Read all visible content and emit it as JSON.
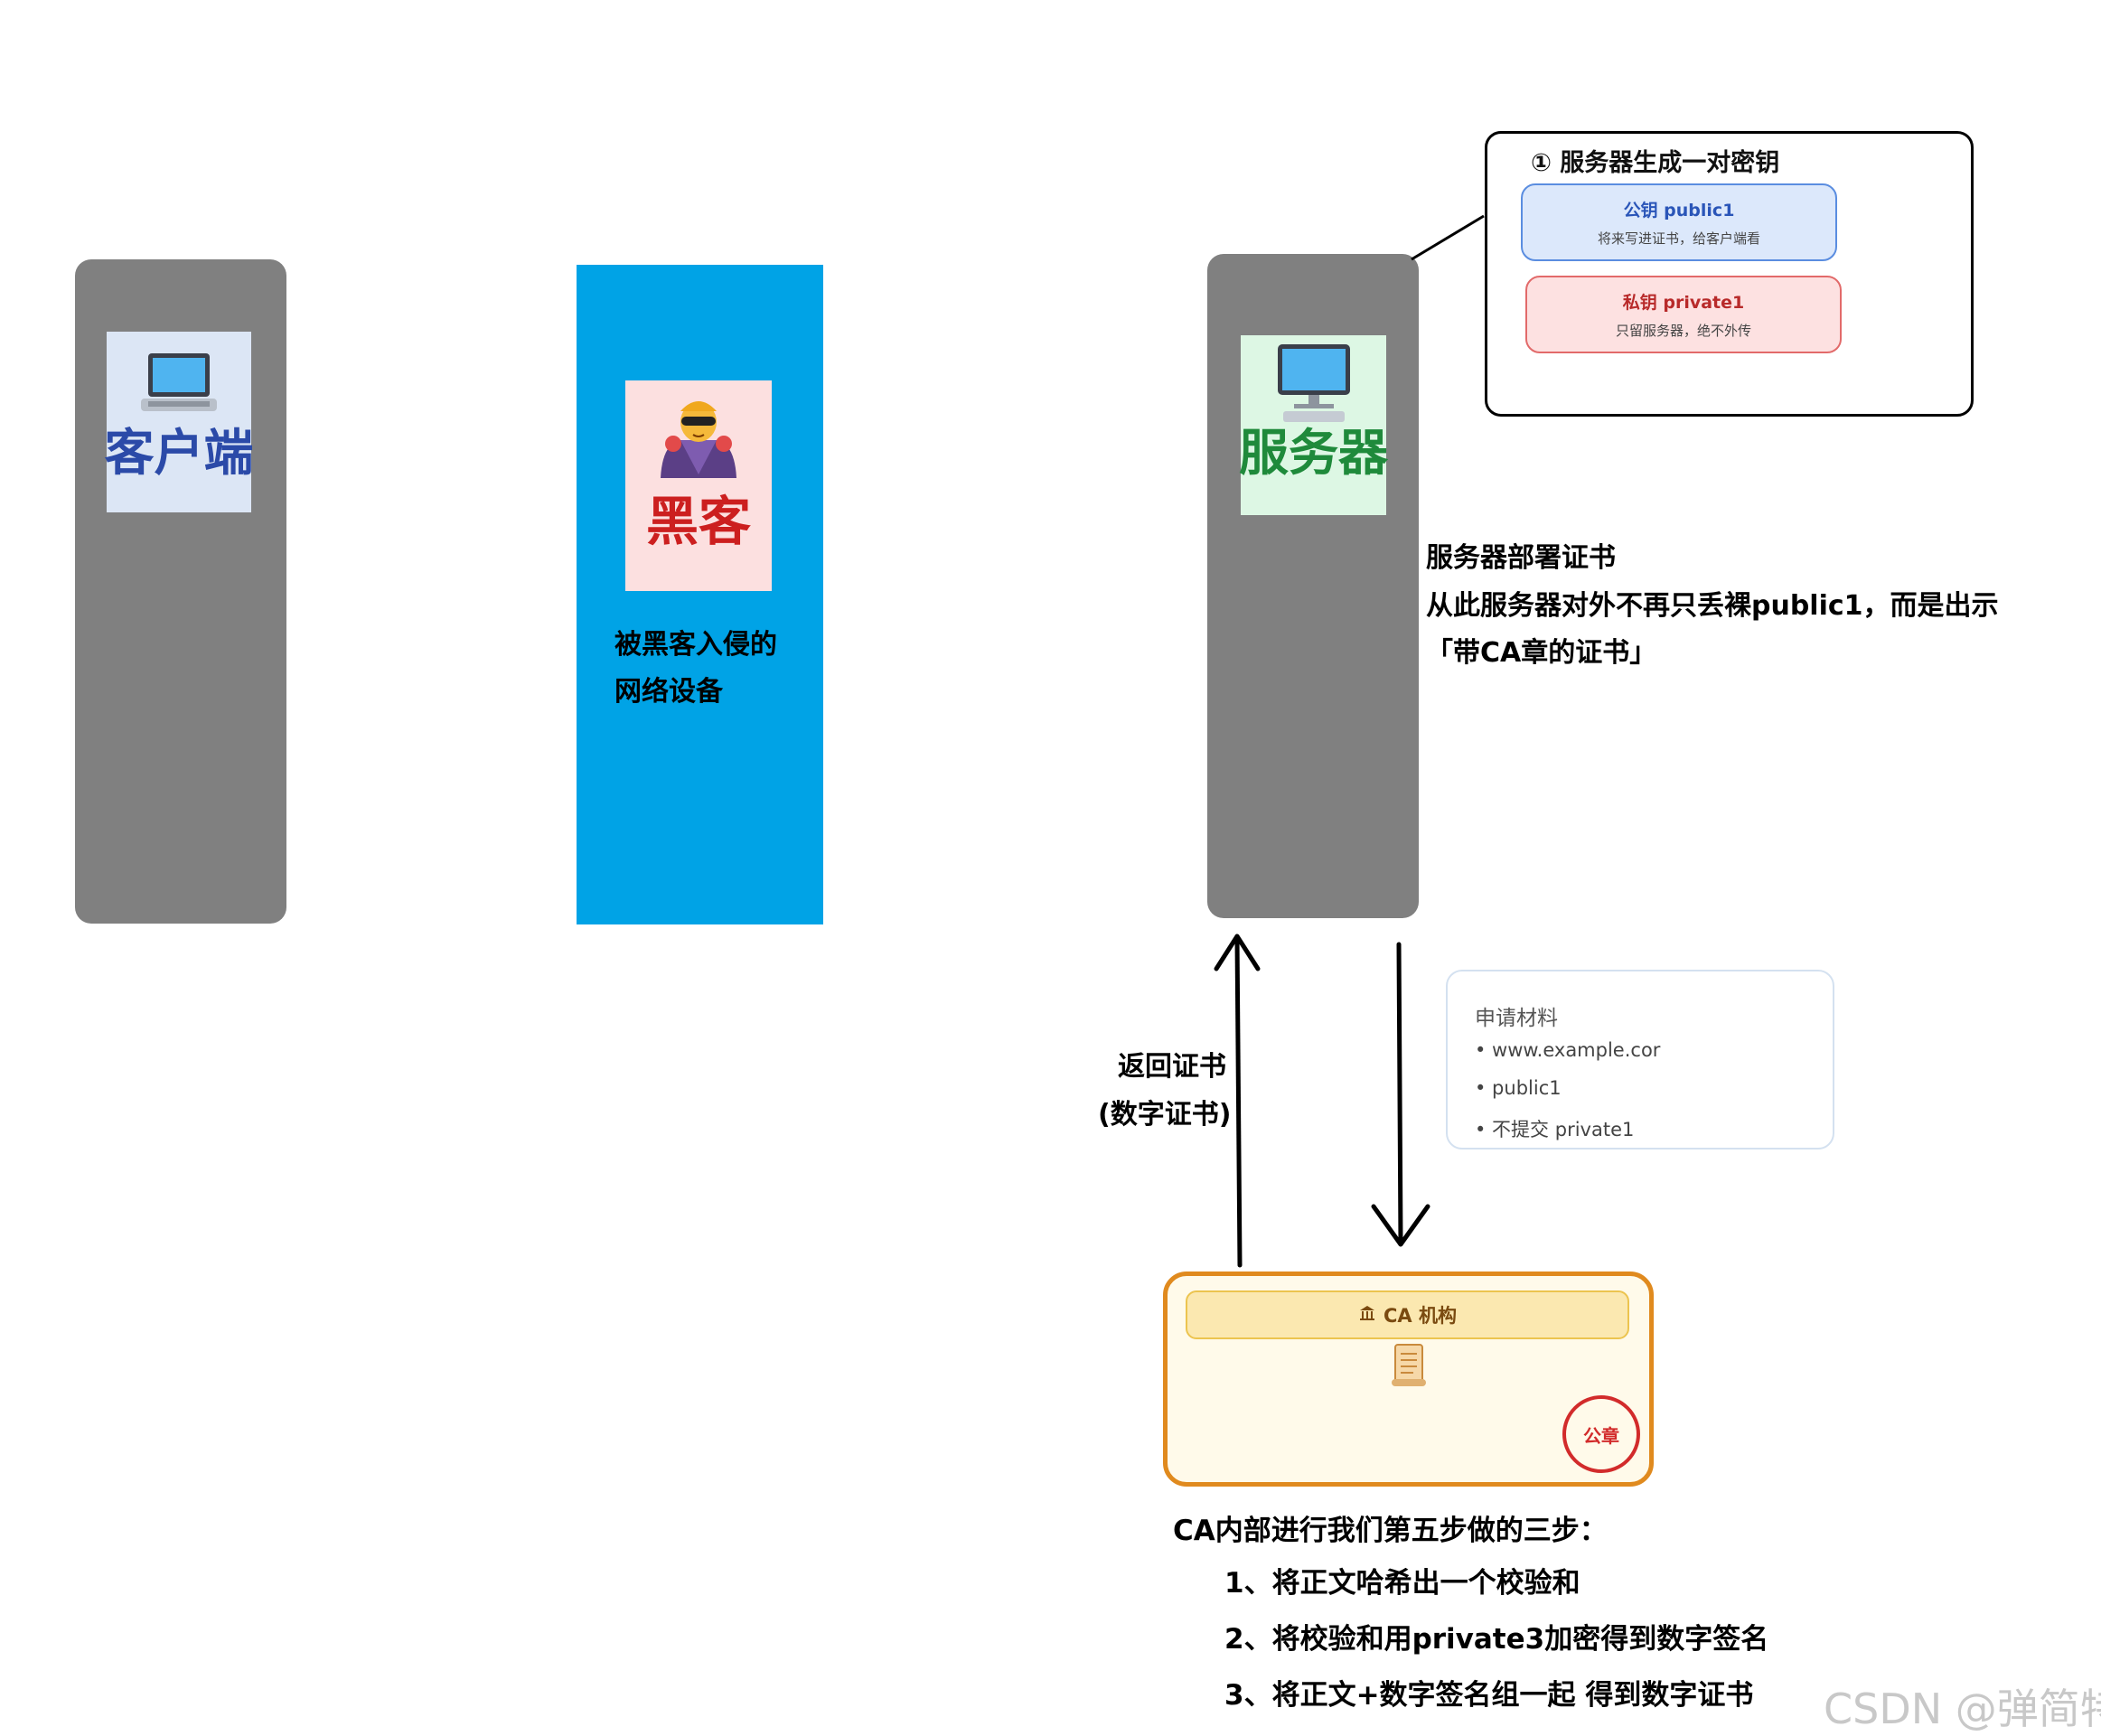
{
  "client": {
    "icon": "laptop-icon",
    "label": "客户端",
    "label_color": "#2b4aa8"
  },
  "hacker": {
    "icon": "masked-villain-icon",
    "label": "黑客",
    "label_color": "#cc1f1f",
    "caption_line1": "被黑客入侵的",
    "caption_line2": "网络设备"
  },
  "server": {
    "icon": "desktop-computer-icon",
    "label": "服务器",
    "label_color": "#1f8a3b",
    "note_line1": "服务器部署证书",
    "note_line2": "从此服务器对外不再只丢裸public1，而是出示",
    "note_line3": "「带CA章的证书」"
  },
  "keypair": {
    "title": "① 服务器生成一对密钥",
    "public_key": {
      "title": "公钥 public1",
      "note": "将来写进证书，给客户端看"
    },
    "private_key": {
      "title": "私钥 private1",
      "note": "只留服务器，绝不外传"
    }
  },
  "arrows": {
    "return_label_line1": "返回证书",
    "return_label_line2": "(数字证书)"
  },
  "application": {
    "title": "申请材料",
    "items": [
      "• www.example.cor",
      "• public1",
      "• 不提交 private1"
    ]
  },
  "ca": {
    "header_icon": "bank-building-icon",
    "header": "CA 机构",
    "doc_icon": "scroll-icon",
    "seal": "公章"
  },
  "steps": {
    "title": "CA内部进行我们第五步做的三步：",
    "items": [
      "1、将正文哈希出一个校验和",
      "2、将校验和用private3加密得到数字签名",
      "3、将正文+数字签名组一起 得到数字证书"
    ]
  },
  "watermark": "CSDN @弹简特",
  "colors": {
    "pillar_grey": "#808080",
    "pillar_blue": "#00a3e6",
    "public_key_bg": "#dce8fb",
    "private_key_bg": "#fde1e1",
    "ca_border": "#e08a1e",
    "seal_red": "#d22b2b"
  }
}
